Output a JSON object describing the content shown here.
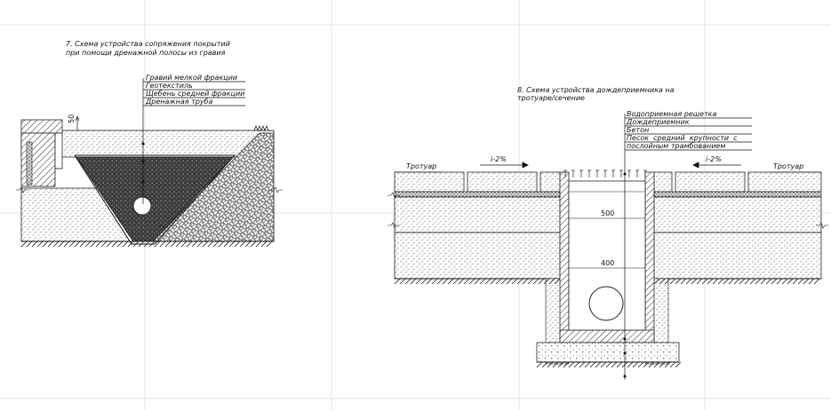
{
  "drawing1": {
    "title_line1": "7. Схема устройства сопряжения покрытий",
    "title_line2": "при помощи дренажной полосы из гравия",
    "layers": [
      "Гравий мелкой фракции",
      "Геотекстиль",
      "Щебень средней фракции",
      "Дренажная труба"
    ],
    "dimension": "50"
  },
  "drawing2": {
    "title_line1": "8. Схема устройства дождеприемника на",
    "title_line2": "тротуаре/сечение",
    "layers": [
      "Водоприемная решетка",
      "Дождеприемник",
      "Бетон",
      "Песок  средний  крупности  с",
      "послойным трамбованием"
    ],
    "left_label": "Тротуар",
    "right_label": "Тротуар",
    "slope_left": "i-2%",
    "slope_right": "i-2%",
    "dim_top": "500",
    "dim_bottom": "400"
  }
}
